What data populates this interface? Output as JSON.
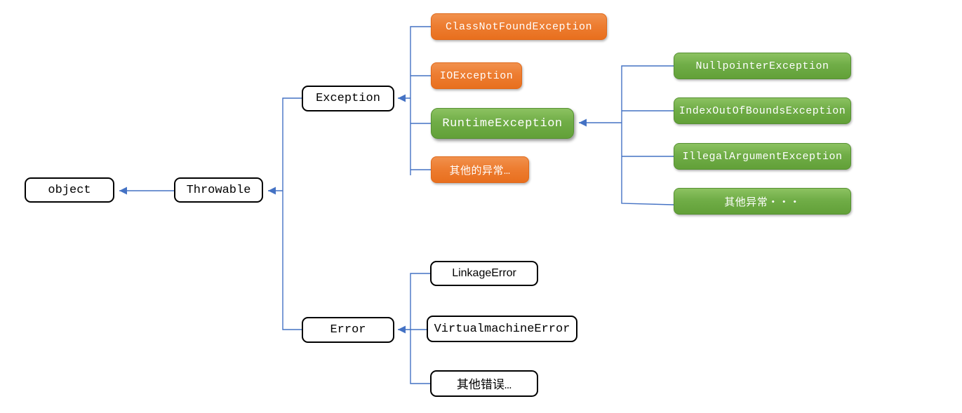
{
  "nodes": {
    "object": "object",
    "throwable": "Throwable",
    "exception": "Exception",
    "error": "Error",
    "class_not_found_exception": "ClassNotFoundException",
    "io_exception": "IOException",
    "runtime_exception": "RuntimeException",
    "other_exceptions_orange": "其他的异常…",
    "null_pointer_exception": "NullpointerException",
    "index_out_of_bounds_exception": "IndexOutOfBoundsException",
    "illegal_argument_exception": "IllegalArgumentException",
    "other_exceptions_green": "其他异常・・・",
    "linkage_error": "LinkageError",
    "virtual_machine_error": "VirtualmachineError",
    "other_errors": "其他错误…"
  },
  "edges": [
    {
      "from": "Throwable",
      "to": "object",
      "arrow": true
    },
    {
      "from": "Exception",
      "to": "Throwable",
      "arrow": true
    },
    {
      "from": "Error",
      "to": "Throwable",
      "arrow": true
    },
    {
      "from": "ClassNotFoundException",
      "to": "Exception",
      "arrow": false
    },
    {
      "from": "IOException",
      "to": "Exception",
      "arrow": false
    },
    {
      "from": "RuntimeException",
      "to": "Exception",
      "arrow": true
    },
    {
      "from": "其他的异常…",
      "to": "Exception",
      "arrow": false
    },
    {
      "from": "NullpointerException",
      "to": "RuntimeException",
      "arrow": false
    },
    {
      "from": "IndexOutOfBoundsException",
      "to": "RuntimeException",
      "arrow": false
    },
    {
      "from": "IllegalArgumentException",
      "to": "RuntimeException",
      "arrow": true
    },
    {
      "from": "其他异常・・・",
      "to": "RuntimeException",
      "arrow": false
    },
    {
      "from": "LinkageError",
      "to": "Error",
      "arrow": false
    },
    {
      "from": "VirtualmachineError",
      "to": "Error",
      "arrow": true
    },
    {
      "from": "其他错误…",
      "to": "Error",
      "arrow": false
    }
  ],
  "colors": {
    "orange_fill": "#ED7D31",
    "green_fill": "#70AD47",
    "connector_blue": "#4472C4",
    "plain_box_border": "#000000",
    "plain_box_fill": "#FFFFFF",
    "colored_box_text": "#FFFFFF"
  }
}
